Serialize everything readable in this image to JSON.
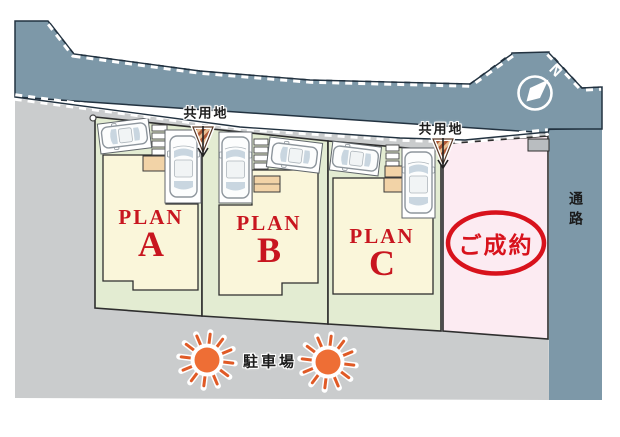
{
  "site_plan": {
    "title_hint": "housing site plan",
    "plots": [
      {
        "id": "A",
        "label_prefix": "PLAN",
        "label_letter": "A",
        "status": "available"
      },
      {
        "id": "B",
        "label_prefix": "PLAN",
        "label_letter": "B",
        "status": "available"
      },
      {
        "id": "C",
        "label_prefix": "PLAN",
        "label_letter": "C",
        "status": "available"
      },
      {
        "id": "D",
        "status": "sold",
        "sold_label": "ご成約"
      }
    ],
    "annotations": {
      "common_area_labels": [
        "共用地",
        "共用地"
      ],
      "parking_label": "駐車場",
      "passage_label": "通路",
      "north_label": "N"
    },
    "colors": {
      "road": "#7d98a8",
      "site": "#cacccd",
      "plot_green": "#e3ecd2",
      "building_cream": "#faf6da",
      "sold_pink": "#fcebf2",
      "accent_red": "#d8121c",
      "plan_red": "#c8161f",
      "sun_orange": "#ee6e35",
      "porch_tan": "#f2d3a7"
    }
  }
}
